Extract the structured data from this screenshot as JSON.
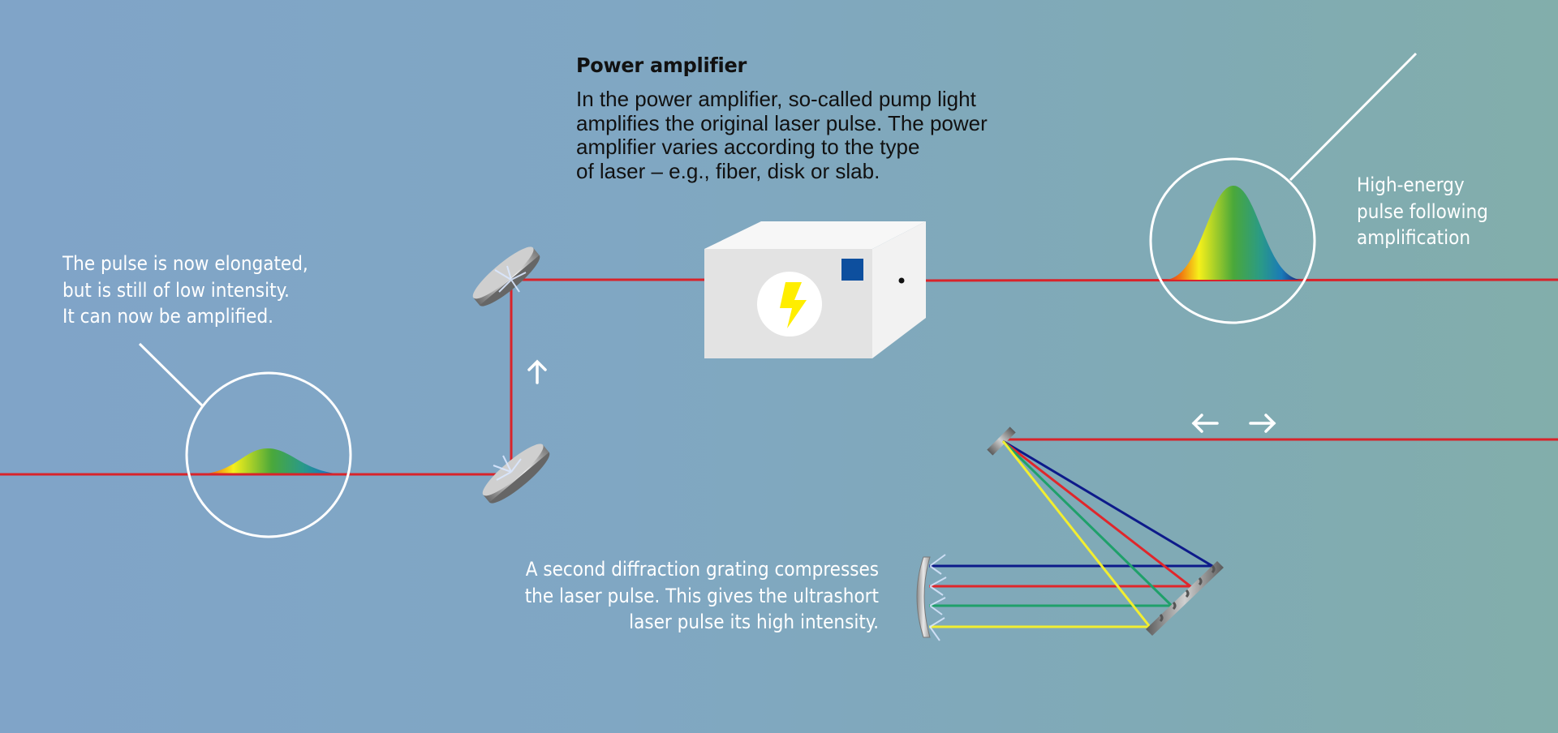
{
  "power_amplifier": {
    "heading": "Power amplifier",
    "body_lines": [
      "In the power amplifier, so-called pump light",
      "amplifies the original laser pulse. The power",
      "amplifier varies according to the type",
      "of laser – e.g., fiber, disk or slab."
    ],
    "icon": "lightning-bolt-icon"
  },
  "left_caption": {
    "lines": [
      "The pulse is now elongated,",
      "but is still of low intensity.",
      "It can now be amplified."
    ]
  },
  "right_caption": {
    "lines": [
      "High-energy",
      "pulse following",
      "amplification"
    ]
  },
  "bottom_caption": {
    "lines": [
      "A second diffraction grating compresses",
      "the laser pulse. This gives the ultrashort",
      "laser pulse its high intensity."
    ]
  },
  "arrows": {
    "vertical": "up-arrow-icon",
    "horizontal": [
      "left-arrow-icon",
      "right-arrow-icon"
    ]
  },
  "colors": {
    "laser": "#d8232a",
    "spectrum_blue": "#0d1a8a",
    "spectrum_red": "#e0262b",
    "spectrum_green": "#1fa06a",
    "spectrum_yellow": "#f2ee30",
    "amp_indicator": "#0d4f9e",
    "bolt": "#ffee00",
    "text_dark": "#111111",
    "text_light": "#ffffff"
  },
  "pulses": {
    "low_intensity_relative_height": 0.35,
    "high_energy_relative_height": 1.0
  }
}
